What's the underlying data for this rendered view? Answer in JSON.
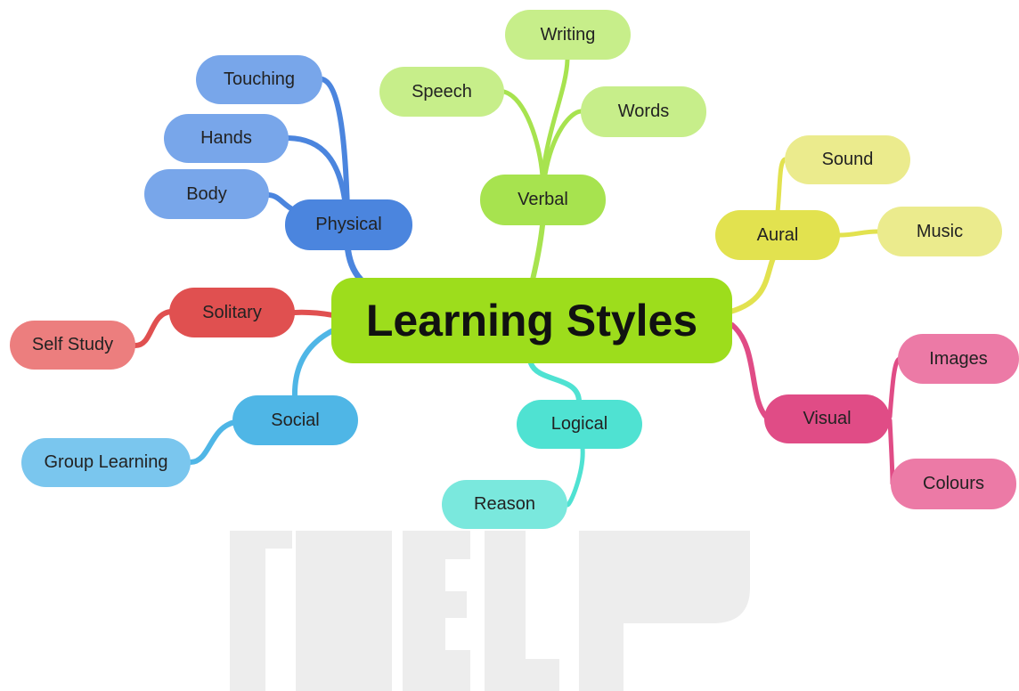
{
  "title": "Learning Styles",
  "branches": [
    {
      "key": "physical",
      "label": "Physical",
      "color": "#4b85de",
      "leaf_color": "#78a6ea",
      "leaves": [
        "Touching",
        "Hands",
        "Body"
      ]
    },
    {
      "key": "verbal",
      "label": "Verbal",
      "color": "#a7e34f",
      "leaf_color": "#c7ee8a",
      "leaves": [
        "Speech",
        "Writing",
        "Words"
      ]
    },
    {
      "key": "aural",
      "label": "Aural",
      "color": "#e2e24f",
      "leaf_color": "#ebeb8d",
      "leaves": [
        "Sound",
        "Music"
      ]
    },
    {
      "key": "solitary",
      "label": "Solitary",
      "color": "#e05050",
      "leaf_color": "#ec7e7e",
      "leaves": [
        "Self Study"
      ]
    },
    {
      "key": "social",
      "label": "Social",
      "color": "#4fb6e6",
      "leaf_color": "#7ac6ee",
      "leaves": [
        "Group Learning"
      ]
    },
    {
      "key": "logical",
      "label": "Logical",
      "color": "#4fe2d2",
      "leaf_color": "#7ae8dd",
      "leaves": [
        "Reason"
      ]
    },
    {
      "key": "visual",
      "label": "Visual",
      "color": "#e04c86",
      "leaf_color": "#ec7aa6",
      "leaves": [
        "Images",
        "Colours"
      ]
    }
  ],
  "colors": {
    "root": "#9ddd1c",
    "watermark": "#ededed"
  }
}
